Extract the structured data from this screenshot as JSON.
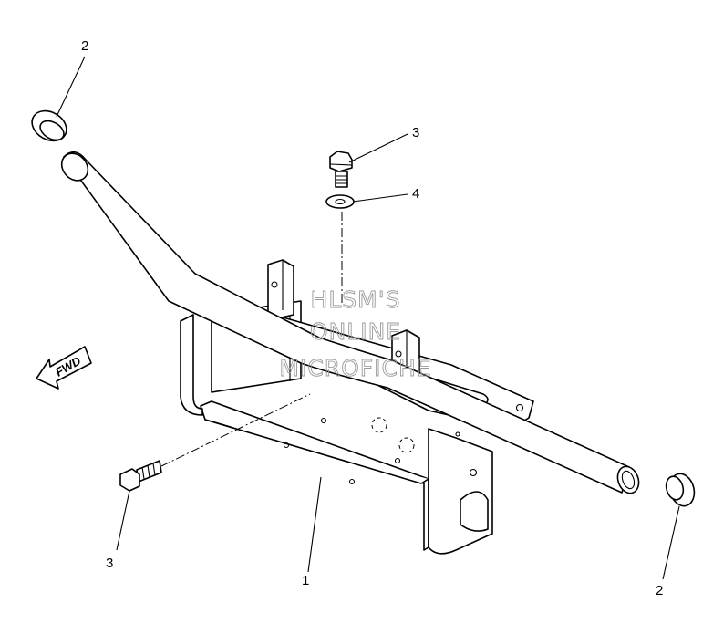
{
  "callouts": {
    "c1": "1",
    "c2_top": "2",
    "c2_right": "2",
    "c3_top": "3",
    "c3_bottom": "3",
    "c4": "4"
  },
  "direction_label": "FWD",
  "watermark": {
    "line1": "HLSM'S",
    "line2": "ONLINE",
    "line3": "MICROFICHE"
  }
}
